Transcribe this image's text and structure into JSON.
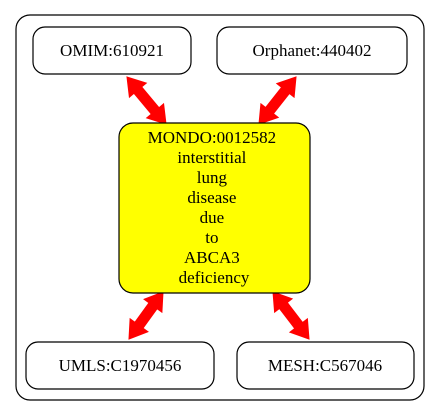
{
  "diagram": {
    "center": {
      "id": "MONDO:0012582",
      "label_lines": [
        "MONDO:0012582",
        "interstitial",
        "lung",
        "disease",
        "due",
        "to",
        "ABCA3",
        "deficiency"
      ],
      "fill": "#ffff00"
    },
    "nodes": [
      {
        "key": "omim",
        "label": "OMIM:610921"
      },
      {
        "key": "orphanet",
        "label": "Orphanet:440402"
      },
      {
        "key": "umls",
        "label": "UMLS:C1970456"
      },
      {
        "key": "mesh",
        "label": "MESH:C567046"
      }
    ],
    "edge_color": "#ff0000"
  }
}
